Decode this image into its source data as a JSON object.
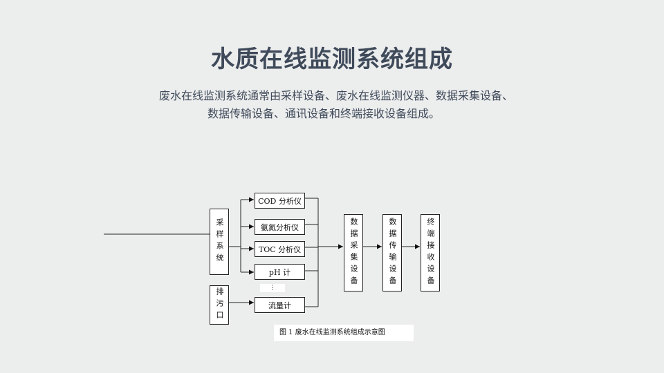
{
  "slide": {
    "title": "水质在线监测系统组成",
    "description_line1": "废水在线监测系统通常由采样设备、废水在线监测仪器、数据采集设备、",
    "description_line2": "数据传输设备、通讯设备和终端接收设备组成。"
  },
  "diagram": {
    "sources": [
      "采样系统",
      "排污口"
    ],
    "instruments": [
      "COD 分析仪",
      "氨氮分析仪",
      "TOC 分析仪",
      "pH 计",
      "流量计"
    ],
    "ellipsis": "⋮",
    "chain": [
      "数据采集设备",
      "数据传输设备",
      "终端接收设备"
    ],
    "caption": "图 1  废水在线监测系统组成示意图"
  }
}
